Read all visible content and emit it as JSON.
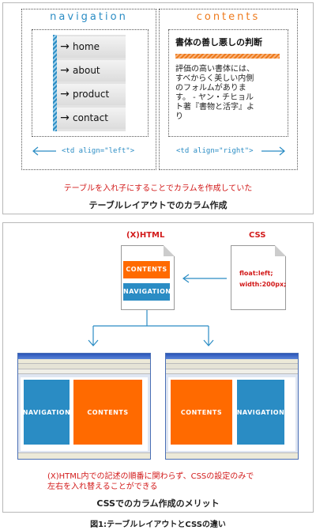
{
  "top": {
    "nav_heading": "navigation",
    "contents_heading": "contents",
    "nav_items": [
      "home",
      "about",
      "product",
      "contact"
    ],
    "contents_title": "書体の善し悪しの判断",
    "contents_body": [
      "評価の高い書体には、",
      "すべからく美しい内側",
      "のフォルムがありま",
      "す。 - ヤン・チヒョル",
      "ト著『書物と活字』よ",
      "り"
    ],
    "td_left": "<td align=\"left\">",
    "td_right": "<td align=\"right\">",
    "note": "テーブルを入れ子にすることでカラムを作成していた",
    "caption": "テーブルレイアウトでのカラム作成"
  },
  "bottom": {
    "html_label": "(X)HTML",
    "css_label": "CSS",
    "doc_contents": "CONTENTS",
    "doc_navigation": "NAVIGATION",
    "css_code": [
      "float:left;",
      "width:200px;"
    ],
    "left_win_col1": "NAVIGATION",
    "left_win_col2": "CONTENTS",
    "right_win_col1": "CONTENTS",
    "right_win_col2": "NAVIGATION",
    "note_line1": "(X)HTML内での記述の順番に関わらず、CSSの設定のみで",
    "note_line2": "左右を入れ替えることができる",
    "caption": "CSSでのカラム作成のメリット"
  },
  "figure_caption": "図1:テーブルレイアウトとCSSの違い",
  "colors": {
    "blue": "#2a8cc4",
    "orange": "#ee7a1c",
    "red": "#d21a1a"
  },
  "icons": [
    "arrow-right-icon",
    "arrow-left-icon",
    "document-icon",
    "browser-window-icon"
  ]
}
